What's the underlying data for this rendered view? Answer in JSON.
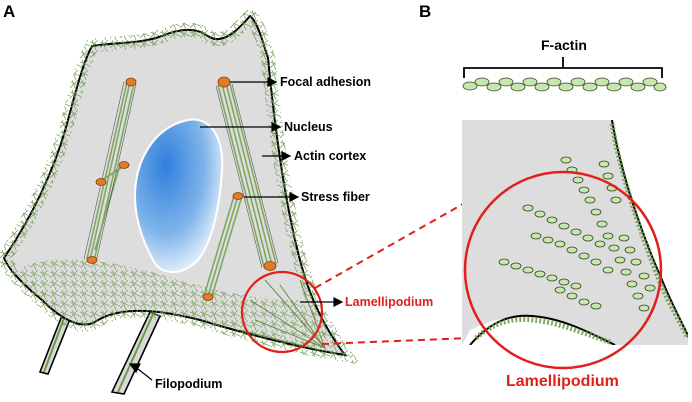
{
  "panels": {
    "a": {
      "label": "A"
    },
    "b": {
      "label": "B"
    }
  },
  "labels": {
    "focal_adhesion": "Focal adhesion",
    "nucleus": "Nucleus",
    "actin_cortex": "Actin cortex",
    "stress_fiber": "Stress fiber",
    "lamellipodium": "Lamellipodium",
    "filopodium": "Filopodium",
    "f_actin": "F-actin",
    "lamellipodium_zoom": "Lamellipodium"
  },
  "colors": {
    "cell_fill": "#dcdcdc",
    "cortex_green": "#5b8a3a",
    "fiber_green": "#7fa862",
    "filament_fill": "#c8e6b0",
    "focal_orange": "#e07b2a",
    "nucleus_blue": "#5c9ee0",
    "highlight_red": "#e0201b"
  }
}
